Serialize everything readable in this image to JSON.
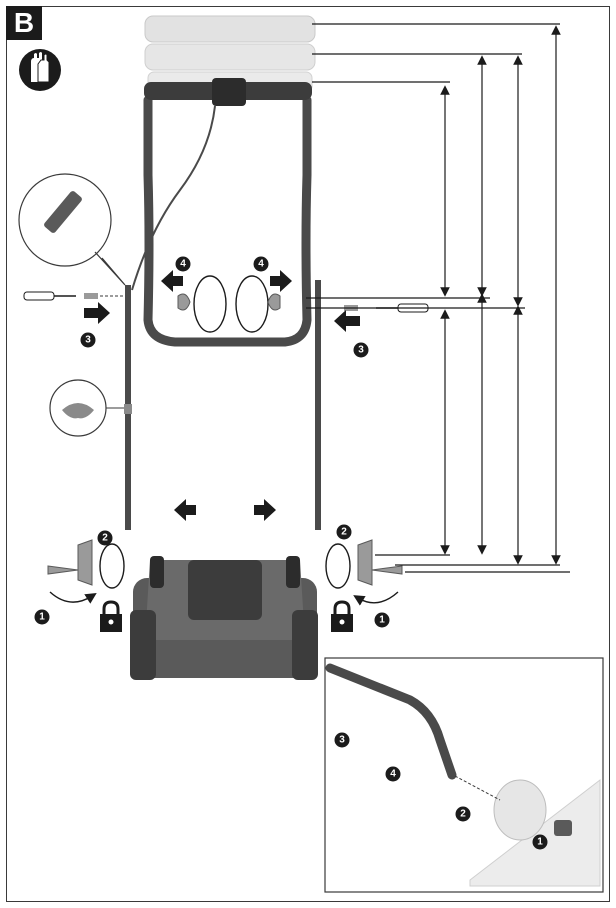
{
  "section_label": "B",
  "steps": {
    "one": "1",
    "two": "2",
    "three": "3",
    "four": "4"
  },
  "icons": [
    "gloves-icon",
    "lock-icon",
    "screwdriver-icon",
    "bolt-icon",
    "knob-icon",
    "cable-clip-icon",
    "arrow-icon",
    "rotate-arrow-icon"
  ],
  "colors": {
    "ink": "#1b1b1b",
    "handle": "#4a4a4a",
    "ghost_handle": "#d9d9d9",
    "mower_body": "#5a5a5a",
    "mower_dark": "#3c3c3c"
  }
}
